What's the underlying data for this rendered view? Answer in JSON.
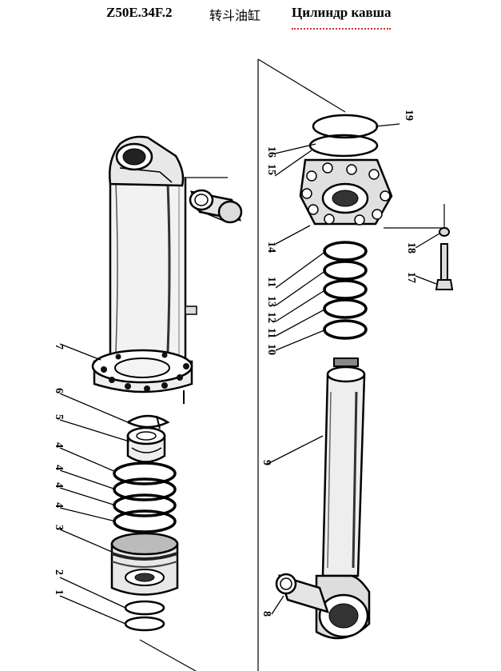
{
  "header": {
    "code": "Z50E.34F.2",
    "title_cn": "转斗油缸",
    "title_ru": "Цилиндр кавша"
  },
  "callouts": [
    {
      "id": "c1",
      "text": "1"
    },
    {
      "id": "c2",
      "text": "2"
    },
    {
      "id": "c3",
      "text": "3"
    },
    {
      "id": "c4a",
      "text": "4"
    },
    {
      "id": "c4b",
      "text": "4"
    },
    {
      "id": "c4c",
      "text": "4"
    },
    {
      "id": "c4d",
      "text": "4"
    },
    {
      "id": "c5",
      "text": "5"
    },
    {
      "id": "c6",
      "text": "6"
    },
    {
      "id": "c7",
      "text": "7"
    },
    {
      "id": "c8",
      "text": "8"
    },
    {
      "id": "c9",
      "text": "9"
    },
    {
      "id": "c10",
      "text": "10"
    },
    {
      "id": "c11a",
      "text": "11"
    },
    {
      "id": "c12",
      "text": "12"
    },
    {
      "id": "c13",
      "text": "13"
    },
    {
      "id": "c11b",
      "text": "11"
    },
    {
      "id": "c14",
      "text": "14"
    },
    {
      "id": "c15",
      "text": "15"
    },
    {
      "id": "c16",
      "text": "16"
    },
    {
      "id": "c17",
      "text": "17"
    },
    {
      "id": "c18",
      "text": "18"
    },
    {
      "id": "c19",
      "text": "19"
    }
  ]
}
